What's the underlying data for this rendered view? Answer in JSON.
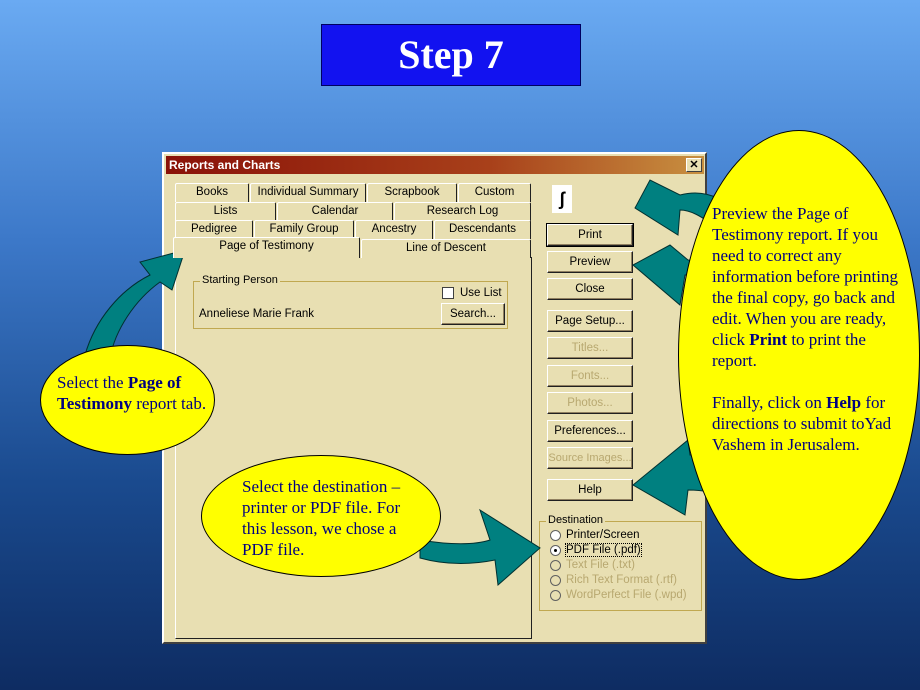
{
  "slide_title": "Step 7",
  "dialog": {
    "title": "Reports and Charts",
    "close": "✕",
    "tabs_row1": [
      "Books",
      "Individual Summary",
      "Scrapbook",
      "Custom"
    ],
    "tabs_row2": [
      "Lists",
      "Calendar",
      "Research Log"
    ],
    "tabs_row3": [
      "Pedigree",
      "Family Group",
      "Ancestry",
      "Descendants"
    ],
    "tabs_row4": [
      "Page of Testimony",
      "Line of Descent"
    ],
    "starting_person": {
      "label": "Starting Person",
      "name": "Anneliese Marie Frank",
      "use_list": "Use List",
      "use_list_checked": false,
      "search": "Search..."
    },
    "buttons": [
      {
        "label": "Print",
        "enabled": true
      },
      {
        "label": "Preview",
        "enabled": true
      },
      {
        "label": "Close",
        "enabled": true
      },
      {
        "label": "Page Setup...",
        "enabled": true
      },
      {
        "label": "Titles...",
        "enabled": false
      },
      {
        "label": "Fonts...",
        "enabled": false
      },
      {
        "label": "Photos...",
        "enabled": false
      },
      {
        "label": "Preferences...",
        "enabled": true
      },
      {
        "label": "Source Images...",
        "enabled": false
      },
      {
        "label": "Help",
        "enabled": true
      }
    ],
    "destination": {
      "label": "Destination",
      "options": [
        {
          "label": "Printer/Screen",
          "enabled": true,
          "selected": false
        },
        {
          "label": "PDF File (.pdf)",
          "enabled": true,
          "selected": true
        },
        {
          "label": "Text File (.txt)",
          "enabled": false,
          "selected": false
        },
        {
          "label": "Rich Text Format (.rtf)",
          "enabled": false,
          "selected": false
        },
        {
          "label": "WordPerfect File (.wpd)",
          "enabled": false,
          "selected": false
        }
      ]
    }
  },
  "callouts": {
    "left": {
      "t1": "Select the ",
      "b1": "Page of Testimony",
      "t2": " report tab."
    },
    "bottom": "Select the destination – printer or PDF file. For this lesson, we chose a PDF file.",
    "right": {
      "t1": "Preview the Page of Testimony report.  If you need to correct any information before printing the final copy, go back and edit.  When you are ready, click ",
      "b1": "Print",
      "t2": " to print the report.",
      "t3": "Finally, click on ",
      "b2": "Help",
      "t4": " for directions to submit toYad Vashem in Jerusalem."
    }
  }
}
